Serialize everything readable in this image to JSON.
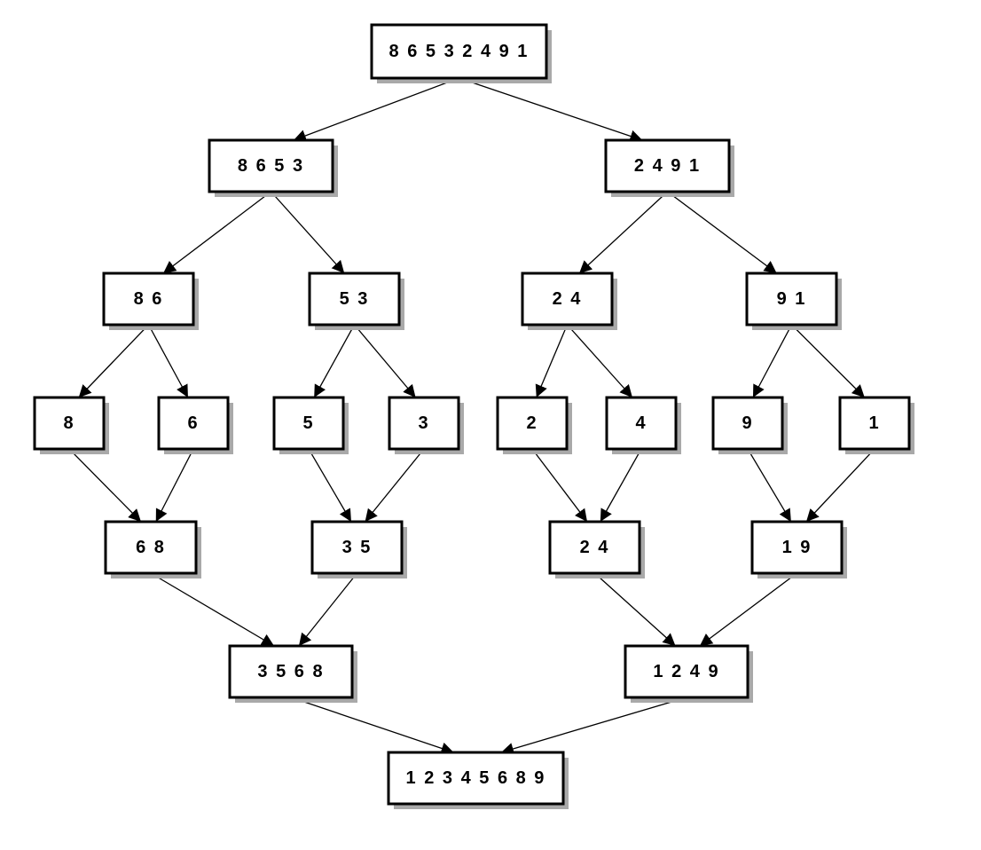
{
  "diagram": {
    "colors": {
      "box_border": "#000000",
      "shadow": "#a9a9a9",
      "arrow": "#000000",
      "background": "#ffffff"
    },
    "nodes": [
      {
        "id": "n0",
        "label": "8 6 5 3 2 4 9 1"
      },
      {
        "id": "n1",
        "label": "8 6 5 3"
      },
      {
        "id": "n2",
        "label": "2 4 9 1"
      },
      {
        "id": "n3",
        "label": "8 6"
      },
      {
        "id": "n4",
        "label": "5 3"
      },
      {
        "id": "n5",
        "label": "2 4"
      },
      {
        "id": "n6",
        "label": "9 1"
      },
      {
        "id": "n7",
        "label": "8"
      },
      {
        "id": "n8",
        "label": "6"
      },
      {
        "id": "n9",
        "label": "5"
      },
      {
        "id": "n10",
        "label": "3"
      },
      {
        "id": "n11",
        "label": "2"
      },
      {
        "id": "n12",
        "label": "4"
      },
      {
        "id": "n13",
        "label": "9"
      },
      {
        "id": "n14",
        "label": "1"
      },
      {
        "id": "n15",
        "label": "6 8"
      },
      {
        "id": "n16",
        "label": "3 5"
      },
      {
        "id": "n17",
        "label": "2 4"
      },
      {
        "id": "n18",
        "label": "1 9"
      },
      {
        "id": "n19",
        "label": "3 5 6 8"
      },
      {
        "id": "n20",
        "label": "1 2 4 9"
      },
      {
        "id": "n21",
        "label": "1 2 3 4 5 6 8 9"
      }
    ],
    "edges": [
      {
        "from": "n0",
        "to": "n1"
      },
      {
        "from": "n0",
        "to": "n2"
      },
      {
        "from": "n1",
        "to": "n3"
      },
      {
        "from": "n1",
        "to": "n4"
      },
      {
        "from": "n2",
        "to": "n5"
      },
      {
        "from": "n2",
        "to": "n6"
      },
      {
        "from": "n3",
        "to": "n7"
      },
      {
        "from": "n3",
        "to": "n8"
      },
      {
        "from": "n4",
        "to": "n9"
      },
      {
        "from": "n4",
        "to": "n10"
      },
      {
        "from": "n5",
        "to": "n11"
      },
      {
        "from": "n5",
        "to": "n12"
      },
      {
        "from": "n6",
        "to": "n13"
      },
      {
        "from": "n6",
        "to": "n14"
      },
      {
        "from": "n7",
        "to": "n15"
      },
      {
        "from": "n8",
        "to": "n15"
      },
      {
        "from": "n9",
        "to": "n16"
      },
      {
        "from": "n10",
        "to": "n16"
      },
      {
        "from": "n11",
        "to": "n17"
      },
      {
        "from": "n12",
        "to": "n17"
      },
      {
        "from": "n13",
        "to": "n18"
      },
      {
        "from": "n14",
        "to": "n18"
      },
      {
        "from": "n15",
        "to": "n19"
      },
      {
        "from": "n16",
        "to": "n19"
      },
      {
        "from": "n17",
        "to": "n20"
      },
      {
        "from": "n18",
        "to": "n20"
      },
      {
        "from": "n19",
        "to": "n21"
      },
      {
        "from": "n20",
        "to": "n21"
      }
    ]
  }
}
